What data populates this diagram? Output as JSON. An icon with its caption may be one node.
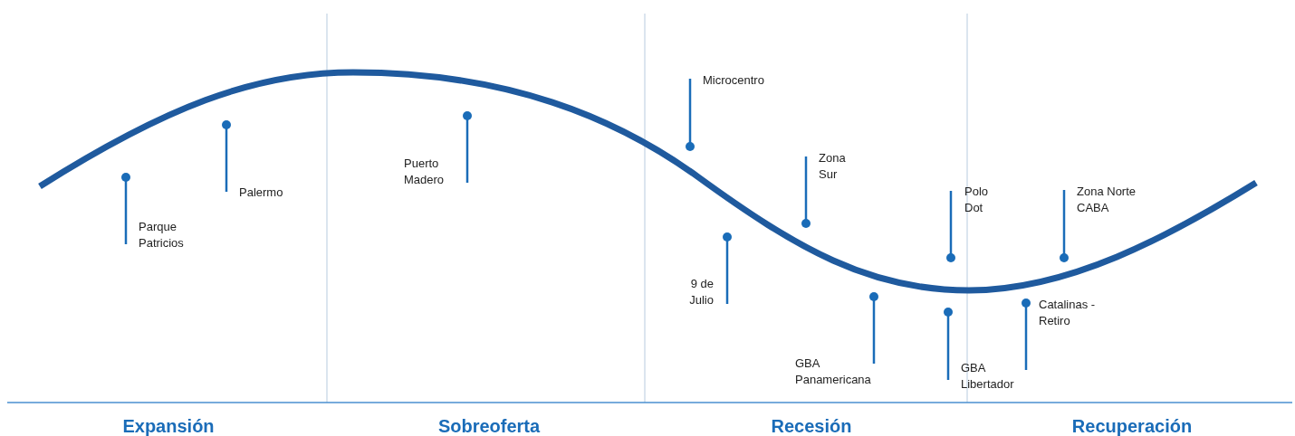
{
  "diagram": {
    "labels": [
      "Microcentro",
      "Palermo",
      "Puerto Madero",
      "Zona Sur",
      "Parque Patricios",
      "Polo Dot",
      "Zona Norte CABA",
      "9 de Julio",
      "Catalinas -Retiro",
      "GBA Panamericana",
      "GBA Libertador",
      "Expansión",
      "Sobreoferta",
      "Recesión",
      "Recuperación"
    ]
  }
}
